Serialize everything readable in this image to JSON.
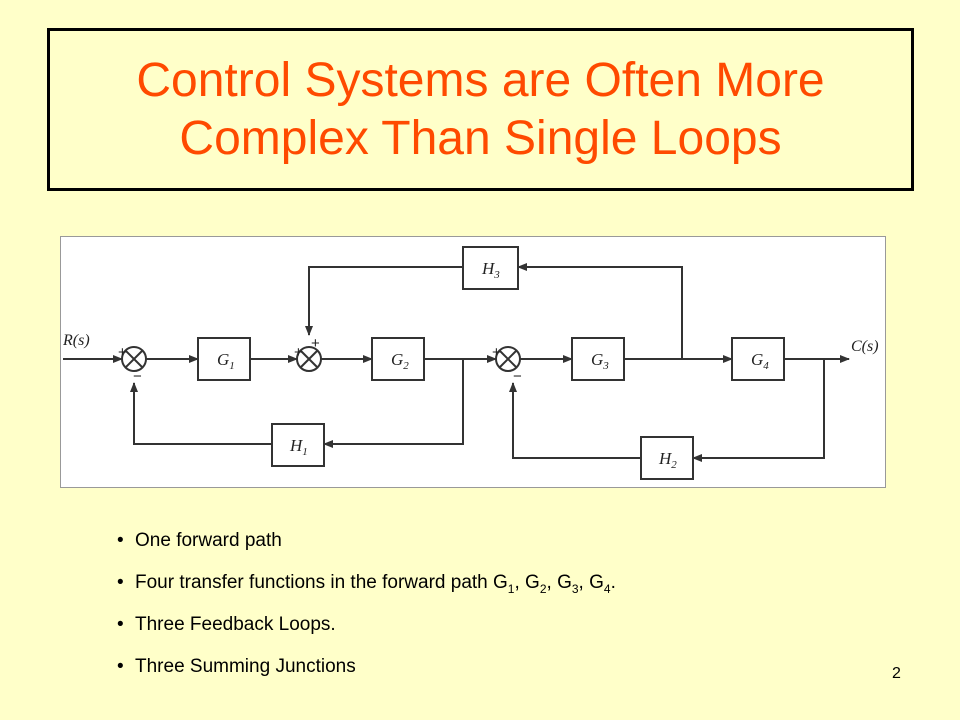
{
  "title": {
    "line1": "Control Systems are Often More",
    "line2": "Complex Than Single Loops"
  },
  "diagram": {
    "input_label": "R(s)",
    "output_label": "C(s)",
    "blocks": {
      "g1": {
        "name": "G",
        "sub": "1"
      },
      "g2": {
        "name": "G",
        "sub": "2"
      },
      "g3": {
        "name": "G",
        "sub": "3"
      },
      "g4": {
        "name": "G",
        "sub": "4"
      },
      "h1": {
        "name": "H",
        "sub": "1"
      },
      "h2": {
        "name": "H",
        "sub": "2"
      },
      "h3": {
        "name": "H",
        "sub": "3"
      }
    },
    "signs": {
      "plus": "+",
      "minus": "−"
    }
  },
  "bullets": {
    "dot": "•",
    "b1": "One forward path",
    "b2": {
      "prefix": "Four transfer functions in the forward path G",
      "s1": "1",
      "sep1": ", G",
      "s2": "2",
      "sep2": ", G",
      "s3": "3",
      "sep3": ", G",
      "s4": "4",
      "end": "."
    },
    "b3": "Three Feedback Loops.",
    "b4": "Three Summing Junctions"
  },
  "page_number": "2"
}
